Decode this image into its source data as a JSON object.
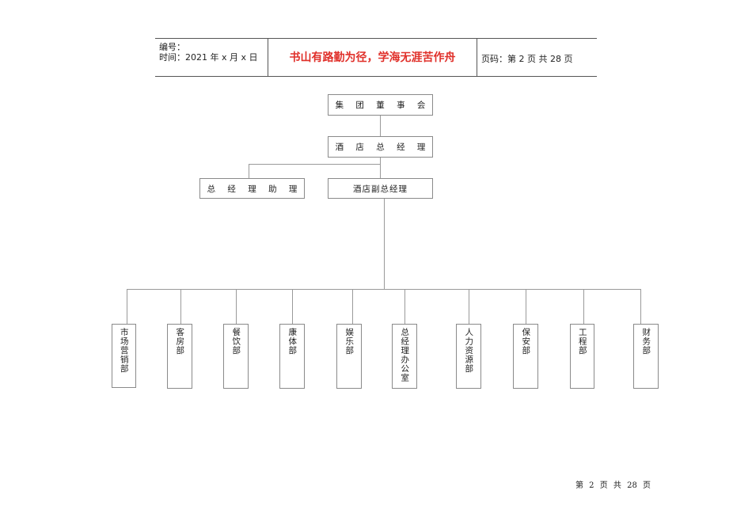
{
  "header": {
    "number_label": "编号：",
    "time_label": "时间：2021 年 x 月 x 日",
    "motto": "书山有路勤为径，学海无涯苦作舟",
    "page_label": "页码：第 2 页  共 28 页"
  },
  "org_chart": {
    "board": "集 团 董 事 会",
    "gm": "酒 店 总 经 理",
    "assistant": "总 经 理 助 理",
    "deputy": "酒店副总经理",
    "departments": [
      "市场营销部",
      "客房部",
      "餐饮部",
      "康体部",
      "娱乐部",
      "总经理办公室",
      "人力资源部",
      "保安部",
      "工程部",
      "财务部"
    ]
  },
  "footer": {
    "page_text": "第 2 页 共 28 页"
  }
}
